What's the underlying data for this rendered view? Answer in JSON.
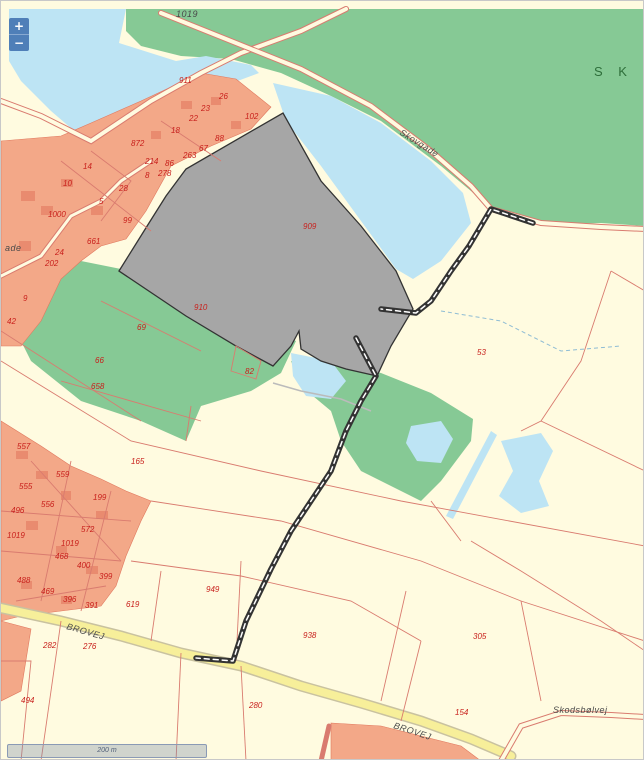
{
  "controls": {
    "zoom_in": "+",
    "zoom_out": "−"
  },
  "scale_bar": "200 m",
  "area_label": "S K O",
  "roads": {
    "top": "1019",
    "west_stub": "ade",
    "skovgade": "Skovgade",
    "brovej_west": "BROVEJ",
    "brovej_east": "BROVEJ",
    "skodsbolvej": "Skodsbølvej"
  },
  "parcels": [
    "911",
    "26",
    "23",
    "22",
    "102",
    "872",
    "18",
    "88",
    "67",
    "263",
    "214",
    "86",
    "8",
    "278",
    "14",
    "10",
    "28",
    "5",
    "1000",
    "99",
    "24",
    "661",
    "909",
    "202",
    "9",
    "42",
    "910",
    "69",
    "66",
    "658",
    "82",
    "53",
    "165",
    "557",
    "559",
    "555",
    "496",
    "556",
    "199",
    "1019",
    "572",
    "468",
    "400",
    "399",
    "488",
    "469",
    "396",
    "391",
    "619",
    "949",
    "938",
    "305",
    "282",
    "276",
    "494",
    "280",
    "154",
    "1019"
  ],
  "colors": {
    "background": "#fffbe0",
    "forest": "#86c995",
    "water": "#bde4f4",
    "built": "#f3a888",
    "parcel_line": "#d97b6f",
    "selected_area": "#a6a6a6",
    "route": "#333333"
  }
}
